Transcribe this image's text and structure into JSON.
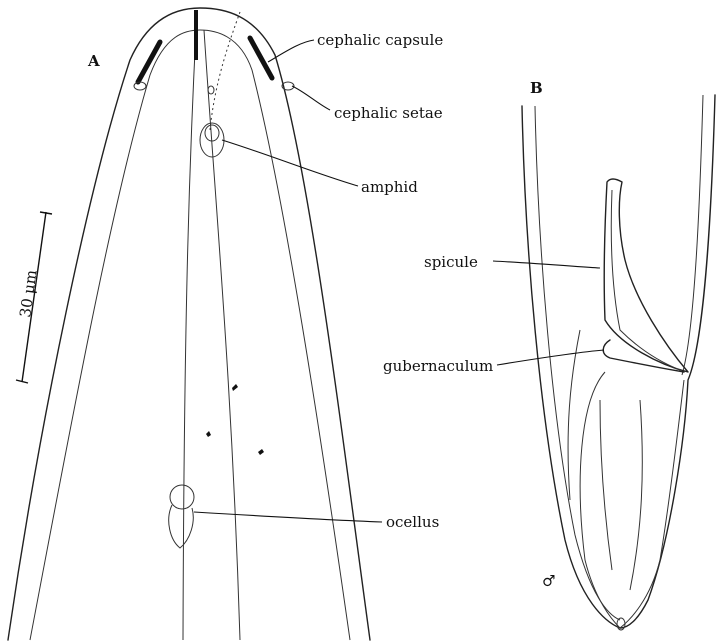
{
  "panels": {
    "a": "A",
    "b": "B"
  },
  "labels": {
    "cephalic_capsule": "cephalic capsule",
    "cephalic_setae": "cephalic setae",
    "amphid": "amphid",
    "ocellus": "ocellus",
    "spicule": "spicule",
    "gubernaculum": "gubernaculum"
  },
  "scale_bar": "30 μm",
  "sex_symbol": "♂"
}
